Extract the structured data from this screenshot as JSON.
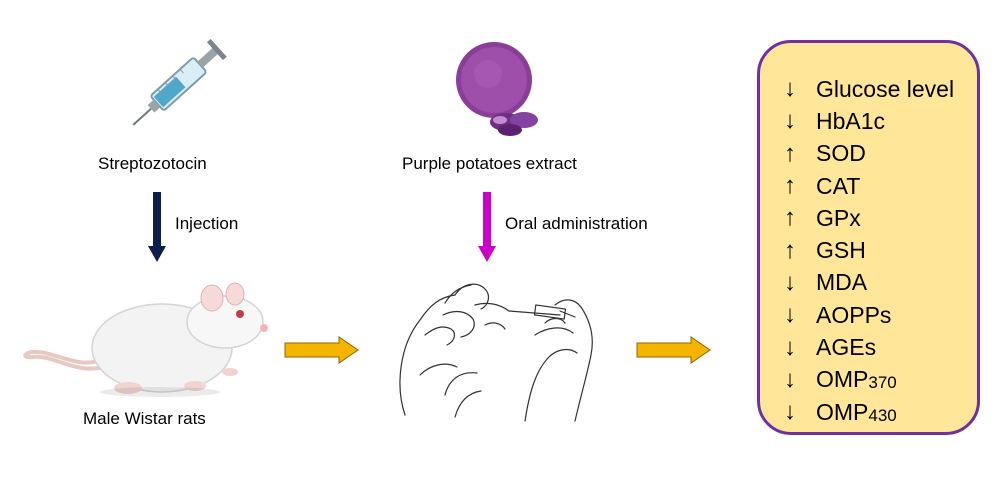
{
  "diagram": {
    "inducer": {
      "label": "Streptozotocin",
      "icon": "syringe-icon"
    },
    "induction_step": {
      "label": "Injection",
      "arrow_color": "#0b1f4d"
    },
    "subject": {
      "label": "Male Wistar rats",
      "icon": "white-rat-icon"
    },
    "treatment": {
      "label": "Purple potatoes extract",
      "icon": "purple-powder-icon"
    },
    "treatment_step": {
      "label": "Oral administration",
      "arrow_color": "#cc00cc"
    },
    "procedure": {
      "icon": "oral-gavage-sketch-icon"
    },
    "flow_arrow_color": "#f4b400",
    "results_box": {
      "border_color": "#7030a0",
      "fill_color": "#ffe699"
    },
    "results": [
      {
        "direction": "↓",
        "name": "Glucose level",
        "suffix": ""
      },
      {
        "direction": "↓",
        "name": "HbA1c",
        "suffix": ""
      },
      {
        "direction": "↑",
        "name": "SOD",
        "suffix": ""
      },
      {
        "direction": "↑",
        "name": "CAT",
        "suffix": ""
      },
      {
        "direction": "↑",
        "name": "GPx",
        "suffix": ""
      },
      {
        "direction": "↑",
        "name": "GSH",
        "suffix": ""
      },
      {
        "direction": "↓",
        "name": "MDA",
        "suffix": ""
      },
      {
        "direction": "↓",
        "name": "AOPPs",
        "suffix": ""
      },
      {
        "direction": "↓",
        "name": "AGEs",
        "suffix": ""
      },
      {
        "direction": "↓",
        "name": "OMP",
        "suffix": "370"
      },
      {
        "direction": "↓",
        "name": "OMP",
        "suffix": "430"
      }
    ]
  }
}
